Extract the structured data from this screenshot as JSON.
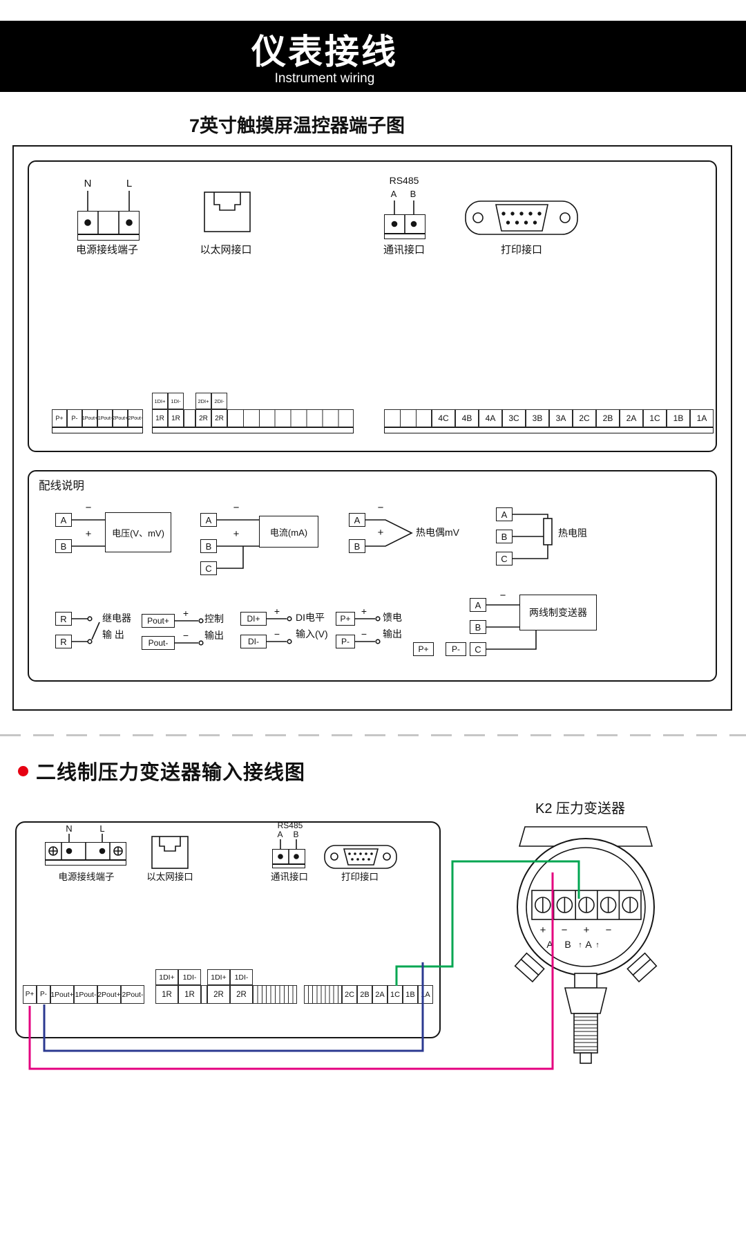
{
  "banner": {
    "title": "仪表接线",
    "subtitle": "Instrument wiring"
  },
  "sec1": {
    "title": "7英寸触摸屏温控器端子图",
    "pin_n": "N",
    "pin_l": "L",
    "power_label": "电源接线端子",
    "eth_label": "以太网接口",
    "rs485": "RS485",
    "pin_a": "A",
    "pin_b": "B",
    "comm_label": "通讯接口",
    "print_label": "打印接口",
    "left_cells": [
      "P+",
      "P-",
      "1Pout+",
      "1Pout-",
      "2Pout+",
      "2Pout-"
    ],
    "di_cells": [
      "1DI+",
      "1DI-",
      "2DI+",
      "2DI-"
    ],
    "r_cells": [
      "1R",
      "1R",
      "2R",
      "2R"
    ],
    "right_cells": [
      "4C",
      "4B",
      "4A",
      "3C",
      "3B",
      "3A",
      "2C",
      "2B",
      "2A",
      "1C",
      "1B",
      "1A"
    ]
  },
  "wiring": {
    "title": "配线说明",
    "plus": "+",
    "minus": "−",
    "t_a": "A",
    "t_b": "B",
    "t_c": "C",
    "t_r": "R",
    "voltage_label": "电压(V、mV)",
    "current_label": "电流(mA)",
    "tc_label": "热电偶mV",
    "rtd_label": "热电阻",
    "relay_label1": "继电器",
    "relay_label2": "输  出",
    "pout_plus": "Pout+",
    "pout_minus": "Pout-",
    "ctrl_label1": "控制",
    "ctrl_label2": "输出",
    "di_plus": "DI+",
    "di_minus": "DI-",
    "di_label1": "DI电平",
    "di_label2": "输入(V)",
    "p_plus": "P+",
    "p_minus": "P-",
    "feed_label1": "馈电",
    "feed_label2": "输出",
    "tw_label": "两线制变送器"
  },
  "sec3": {
    "bullet_title": "二线制压力变送器输入接线图",
    "k2_label": "K2  压力变送器",
    "pin_n": "N",
    "pin_l": "L",
    "power_label": "电源接线端子",
    "eth_label": "以太网接口",
    "rs485": "RS485",
    "pin_a": "A",
    "pin_b": "B",
    "comm_label": "通讯接口",
    "print_label": "打印接口",
    "di_cells": [
      "1DI+",
      "1DI-",
      "1DI+",
      "1DI-"
    ],
    "left_cells": [
      "P+",
      "P-",
      "1Pout+",
      "1Pout-",
      "2Pout+",
      "2Pout-"
    ],
    "r_cells": [
      "1R",
      "1R",
      "2R",
      "2R"
    ],
    "right_cells": [
      "2C",
      "2B",
      "2A",
      "1C",
      "1B",
      "1A"
    ],
    "tx_plus": "+",
    "tx_minus": "−",
    "tx_a": "A",
    "tx_b": "B",
    "tx_arrow": "↑"
  },
  "colors": {
    "wire_green": "#00a651",
    "wire_pink": "#e4007f",
    "wire_blue": "#2b3990",
    "bullet_red": "#e60012"
  }
}
